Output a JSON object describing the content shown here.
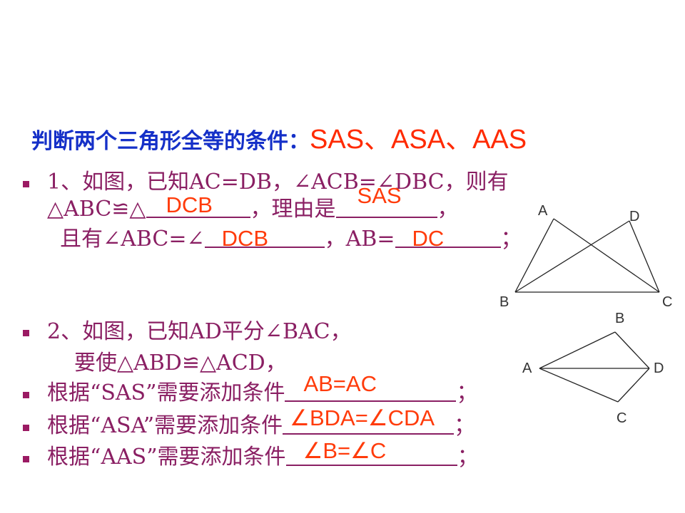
{
  "heading": {
    "prefix": "判断两个三角形全等的条件：",
    "conditions": "SAS、ASA、AAS"
  },
  "q1": {
    "line1": "1、如图，已知AC=DB，∠ACB=∠DBC，则有",
    "line2_a": "△ABC≌△",
    "line2_b": "，理由是",
    "line2_c": "，",
    "line3_a": "且有∠ABC=∠",
    "line3_b": "，AB=",
    "line3_c": "；",
    "ans_triangle": "DCB",
    "ans_reason": "SAS",
    "ans_angle": "DCB",
    "ans_side": "DC"
  },
  "q2": {
    "line1": "2、如图，已知AD平分∠BAC，",
    "line2": "要使△ABD≌△ACD，",
    "rows": [
      {
        "prefix": "根据“SAS”需要添加条件",
        "answer": "AB=AC",
        "suffix": "；"
      },
      {
        "prefix": "根据“ASA”需要添加条件",
        "answer": "∠BDA=∠CDA",
        "suffix": "；"
      },
      {
        "prefix": "根据“AAS”需要添加条件",
        "answer": "∠B=∠C",
        "suffix": "；"
      }
    ]
  },
  "figure1": {
    "A": "A",
    "B": "B",
    "C": "C",
    "D": "D"
  },
  "figure2": {
    "A": "A",
    "B": "B",
    "C": "C",
    "D": "D"
  },
  "colors": {
    "heading": "#1530c8",
    "answer": "#ff3b0a",
    "body_text": "#8a1f63",
    "bullet": "#9b1a63"
  }
}
